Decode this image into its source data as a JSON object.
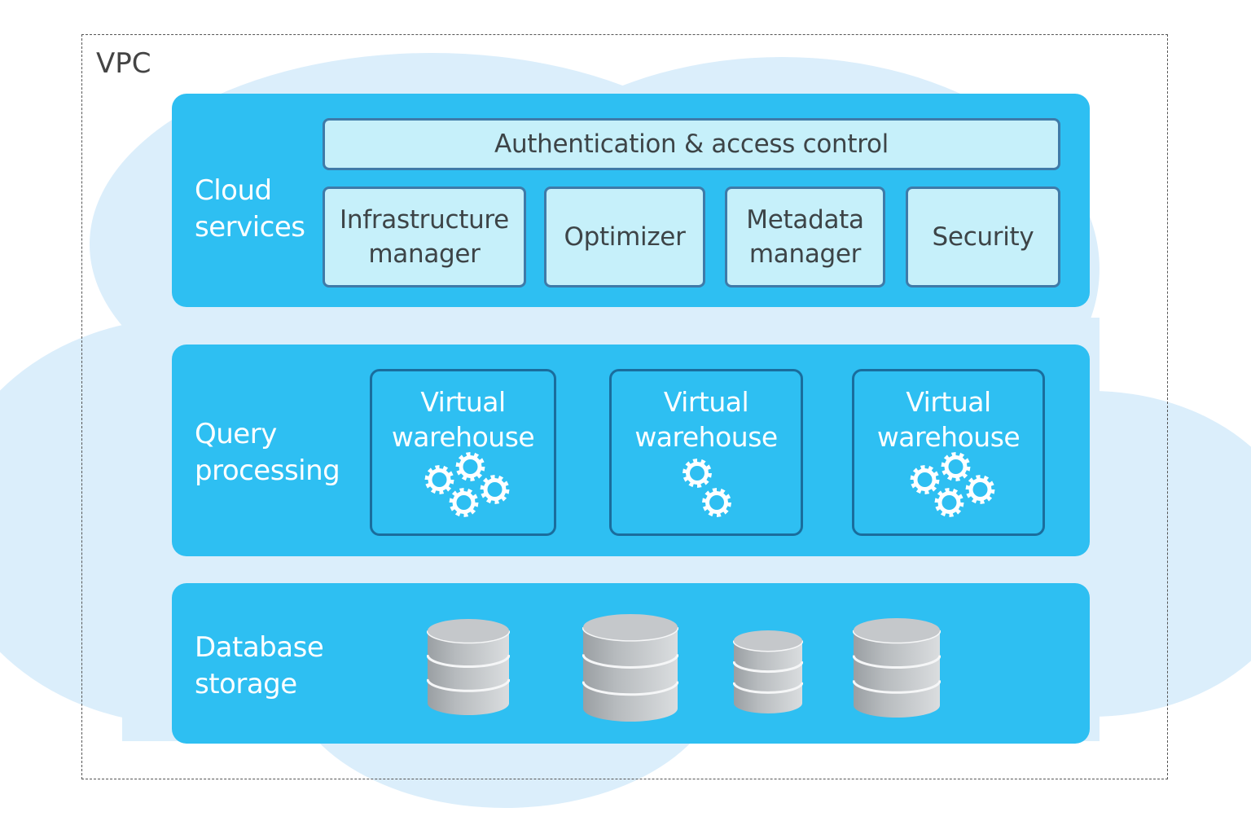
{
  "vpc": {
    "label": "VPC"
  },
  "layers": {
    "cloud_services": {
      "title_line1": "Cloud",
      "title_line2": "services",
      "auth_bar": "Authentication & access control",
      "modules": [
        {
          "line1": "Infrastructure",
          "line2": "manager"
        },
        {
          "line1": "Optimizer",
          "line2": ""
        },
        {
          "line1": "Metadata",
          "line2": "manager"
        },
        {
          "line1": "Security",
          "line2": ""
        }
      ]
    },
    "query_processing": {
      "title_line1": "Query",
      "title_line2": "processing",
      "warehouses": [
        {
          "line1": "Virtual",
          "line2": "warehouse",
          "gear_count": 4
        },
        {
          "line1": "Virtual",
          "line2": "warehouse",
          "gear_count": 2
        },
        {
          "line1": "Virtual",
          "line2": "warehouse",
          "gear_count": 4
        }
      ]
    },
    "database_storage": {
      "title_line1": "Database",
      "title_line2": "storage",
      "databases": [
        {
          "icon": "database-icon"
        },
        {
          "icon": "database-icon"
        },
        {
          "icon": "database-icon"
        },
        {
          "icon": "database-icon"
        }
      ]
    }
  },
  "colors": {
    "layer_blue": "#2ebff2",
    "module_fill": "#c6f0fa",
    "module_border": "#3f7aa8",
    "warehouse_border": "#1a6d9d",
    "cloud": "#dbeefb"
  }
}
